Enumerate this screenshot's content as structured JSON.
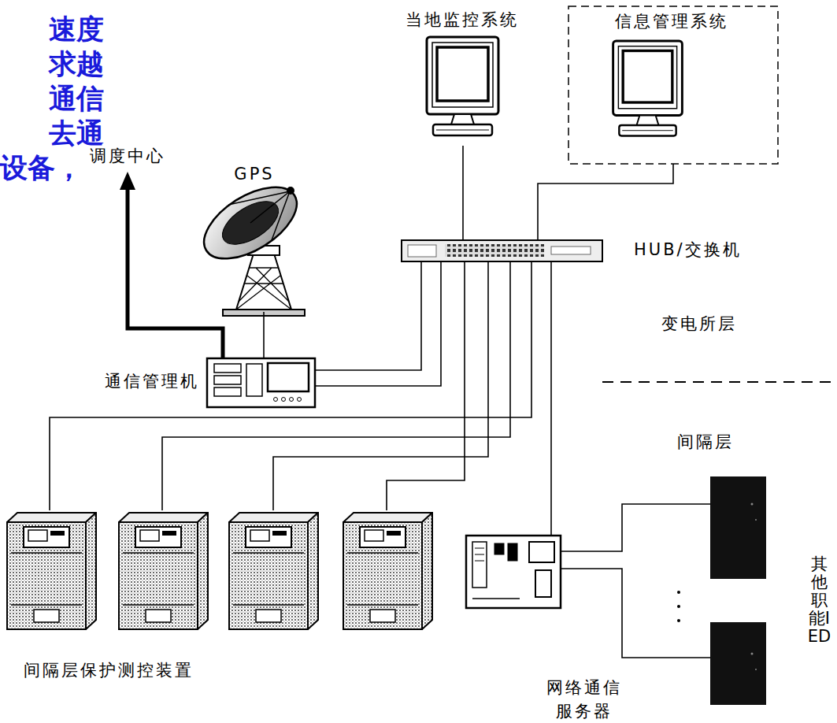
{
  "diagram": {
    "nodes": [
      {
        "text": [
          "当地监控系统"
        ]
      },
      {
        "text": [
          "信息管理系统"
        ]
      },
      {
        "text": [
          "HUB/交换机"
        ]
      },
      {
        "text": [
          "通信管理机"
        ]
      },
      {
        "text": [
          "GPS"
        ]
      },
      {
        "text": [
          "调度中心"
        ]
      },
      {
        "text": [
          "间隔层保护测控装置"
        ]
      },
      {
        "text": [
          "网络通信 服务器"
        ]
      },
      {
        "text": [
          "其他职能IED"
        ]
      }
    ],
    "edges": [
      {
        "from": 0,
        "to": 2,
        "arrow": "none"
      },
      {
        "from": 1,
        "to": 2,
        "arrow": "none"
      },
      {
        "from": 3,
        "to": 2,
        "arrow": "none"
      },
      {
        "from": 3,
        "to": 2,
        "arrow": "none"
      },
      {
        "from": 4,
        "to": 3,
        "arrow": "none"
      },
      {
        "from": 3,
        "to": 5,
        "arrow": "to"
      },
      {
        "from": 2,
        "to": 6,
        "arrow": "none"
      },
      {
        "from": 2,
        "to": 6,
        "arrow": "none"
      },
      {
        "from": 2,
        "to": 6,
        "arrow": "none"
      },
      {
        "from": 2,
        "to": 6,
        "arrow": "none"
      },
      {
        "from": 2,
        "to": 7,
        "arrow": "none"
      },
      {
        "from": 7,
        "to": 8,
        "arrow": "none"
      },
      {
        "from": 7,
        "to": 8,
        "arrow": "none"
      }
    ],
    "labels": [
      "速度",
      "求越",
      "通信",
      "去通",
      "设备，",
      "变电所层",
      "间隔层"
    ]
  }
}
